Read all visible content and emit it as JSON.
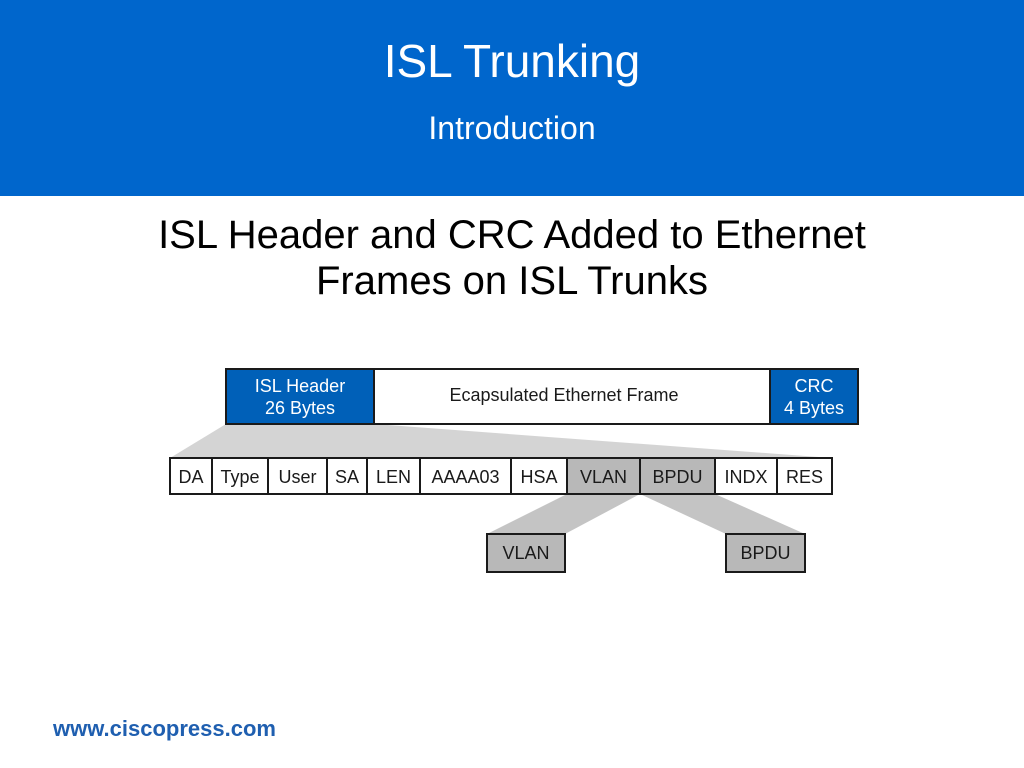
{
  "slide": {
    "title": "ISL Trunking",
    "subtitle": "Introduction",
    "heading_line1": "ISL Header and CRC Added to Ethernet",
    "heading_line2": "Frames on ISL Trunks",
    "footer": "www.ciscopress.com"
  },
  "colors": {
    "header_band": "#0066cc",
    "frame_blue": "#0060b8",
    "shaded_field": "#b8b8b8",
    "funnel": "#c8c8c8"
  },
  "diagram": {
    "frame": {
      "isl_header_line1": "ISL Header",
      "isl_header_line2": "26 Bytes",
      "payload": "Ecapsulated Ethernet Frame",
      "crc_line1": "CRC",
      "crc_line2": "4 Bytes"
    },
    "fields": [
      "DA",
      "Type",
      "User",
      "SA",
      "LEN",
      "AAAA03",
      "HSA",
      "VLAN",
      "BPDU",
      "INDX",
      "RES"
    ],
    "shaded_fields": [
      "VLAN",
      "BPDU"
    ],
    "expanded": [
      "VLAN",
      "BPDU"
    ]
  }
}
